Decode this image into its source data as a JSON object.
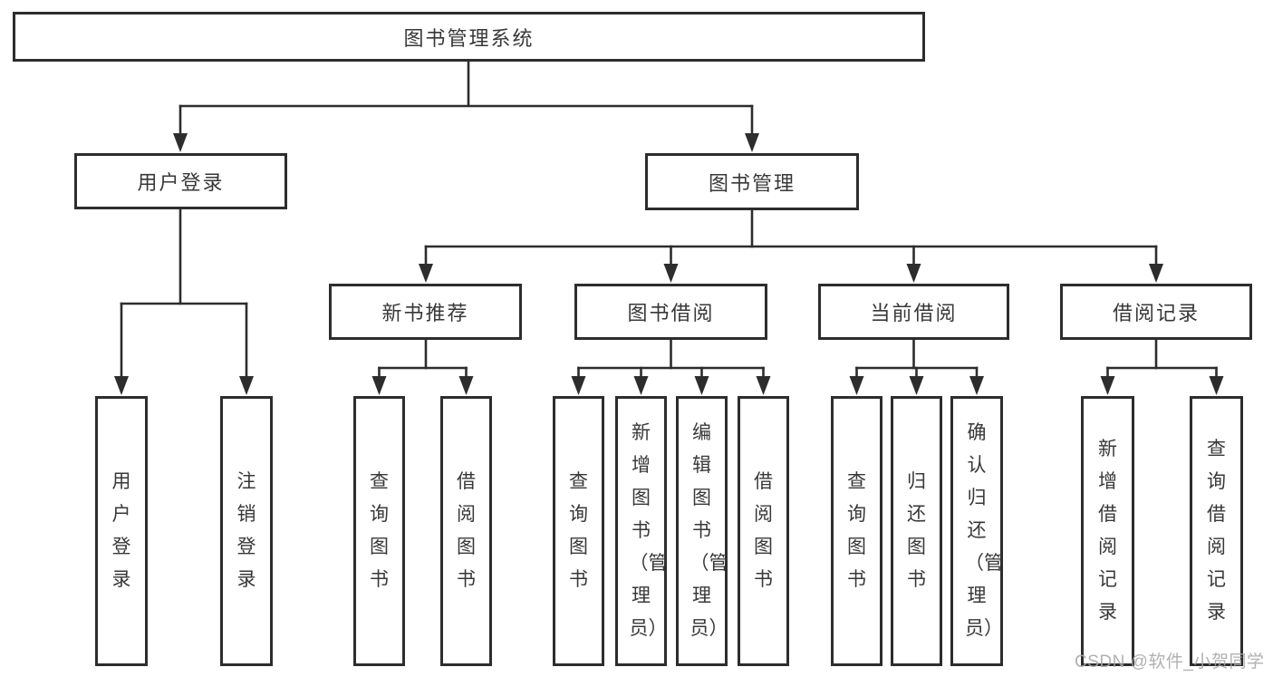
{
  "diagram": {
    "title": "图书管理系统",
    "level2": {
      "user_login": "用户登录",
      "book_mgmt": "图书管理"
    },
    "level3": {
      "new_books": "新书推荐",
      "borrowing": "图书借阅",
      "current": "当前借阅",
      "records": "借阅记录"
    },
    "leaves": {
      "user_login": [
        "用户登录",
        "注销登录"
      ],
      "new_books": [
        "查询图书",
        "借阅图书"
      ],
      "borrowing": [
        "查询图书",
        "新增图书（管理员）",
        "编辑图书（管理员）",
        "借阅图书"
      ],
      "current": [
        "查询图书",
        "归还图书",
        "确认归还（管理员）"
      ],
      "records": [
        "新增借阅记录",
        "查询借阅记录"
      ]
    }
  },
  "watermark": "CSDN @软件_小贺同学",
  "colors": {
    "line": "#2d2d2d",
    "text": "#383838",
    "background": "#ffffff",
    "watermark": "#a8a8a8"
  }
}
